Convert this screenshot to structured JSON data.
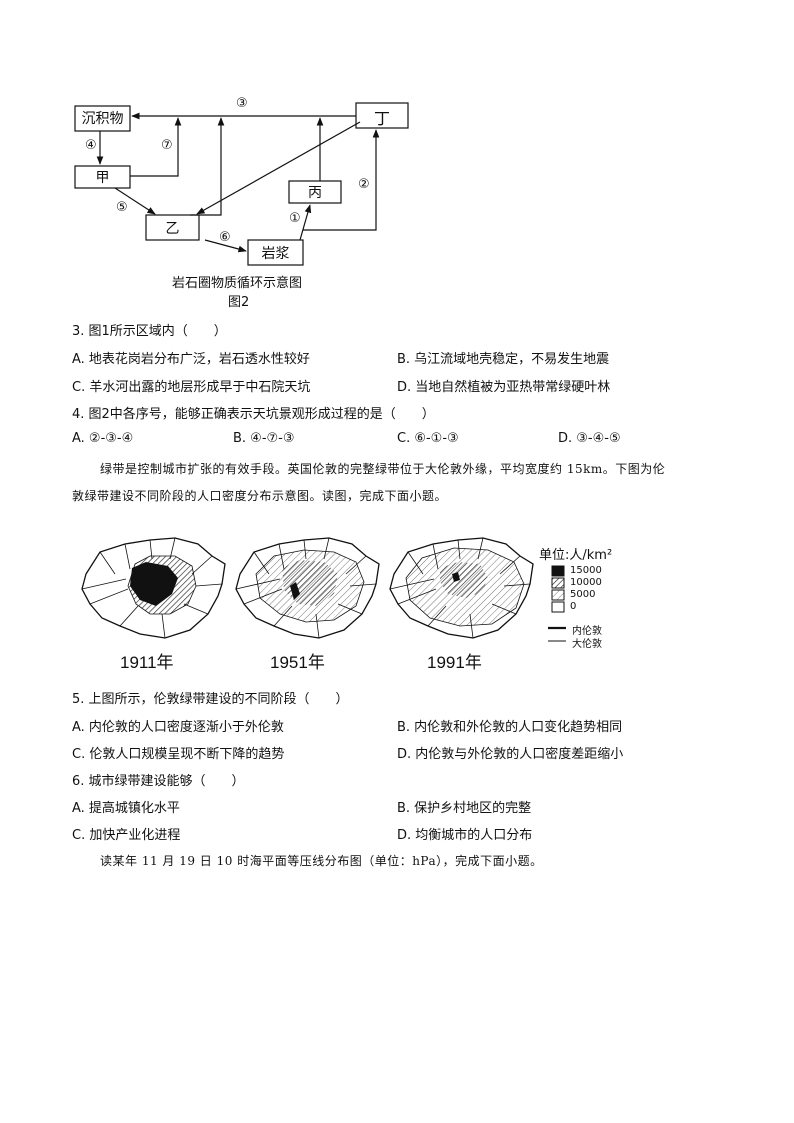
{
  "figure2": {
    "boxes": {
      "sediment": "沉积物",
      "jia": "甲",
      "yi": "乙",
      "bing": "丙",
      "ding": "丁",
      "magma": "岩浆"
    },
    "arrows": {
      "a1": "①",
      "a2": "②",
      "a3": "③",
      "a4": "④",
      "a5": "⑤",
      "a6": "⑥",
      "a7": "⑦"
    },
    "caption": "岩石圈物质循环示意图",
    "label": "图2"
  },
  "q3": {
    "stem": "3. 图1所示区域内（　　）",
    "options": {
      "A": "A. 地表花岗岩分布广泛，岩石透水性较好",
      "B": "B. 乌江流域地壳稳定，不易发生地震",
      "C": "C. 羊水河出露的地层形成早于中石院天坑",
      "D": "D. 当地自然植被为亚热带常绿硬叶林"
    }
  },
  "q4": {
    "stem": "4. 图2中各序号，能够正确表示天坑景观形成过程的是（　　）",
    "options": {
      "A": "A. ②-③-④",
      "B": "B. ④-⑦-③",
      "C": "C. ⑥-①-③",
      "D": "D. ③-④-⑤"
    }
  },
  "intro1": {
    "line1": "绿带是控制城市扩张的有效手段。英国伦敦的完整绿带位于大伦敦外缘，平均宽度约 15km。下图为伦",
    "line2": "敦绿带建设不同阶段的人口密度分布示意图。读图，完成下面小题。"
  },
  "maps": {
    "years": [
      "1911年",
      "1951年",
      "1991年"
    ],
    "legend_title": "单位:人/km²",
    "legend_values": [
      "15000",
      "10000",
      "5000",
      "0"
    ],
    "legend_lines": [
      "内伦敦",
      "大伦敦"
    ]
  },
  "q5": {
    "stem": "5. 上图所示，伦敦绿带建设的不同阶段（　　）",
    "options": {
      "A": "A. 内伦敦的人口密度逐渐小于外伦敦",
      "B": "B. 内伦敦和外伦敦的人口变化趋势相同",
      "C": "C. 伦敦人口规模呈现不断下降的趋势",
      "D": "D. 内伦敦与外伦敦的人口密度差距缩小"
    }
  },
  "q6": {
    "stem": "6. 城市绿带建设能够（　　）",
    "options": {
      "A": "A. 提高城镇化水平",
      "B": "B. 保护乡村地区的完整",
      "C": "C. 加快产业化进程",
      "D": "D. 均衡城市的人口分布"
    }
  },
  "intro2": {
    "line1": "读某年 11 月 19 日 10 时海平面等压线分布图（单位：hPa），完成下面小题。"
  }
}
